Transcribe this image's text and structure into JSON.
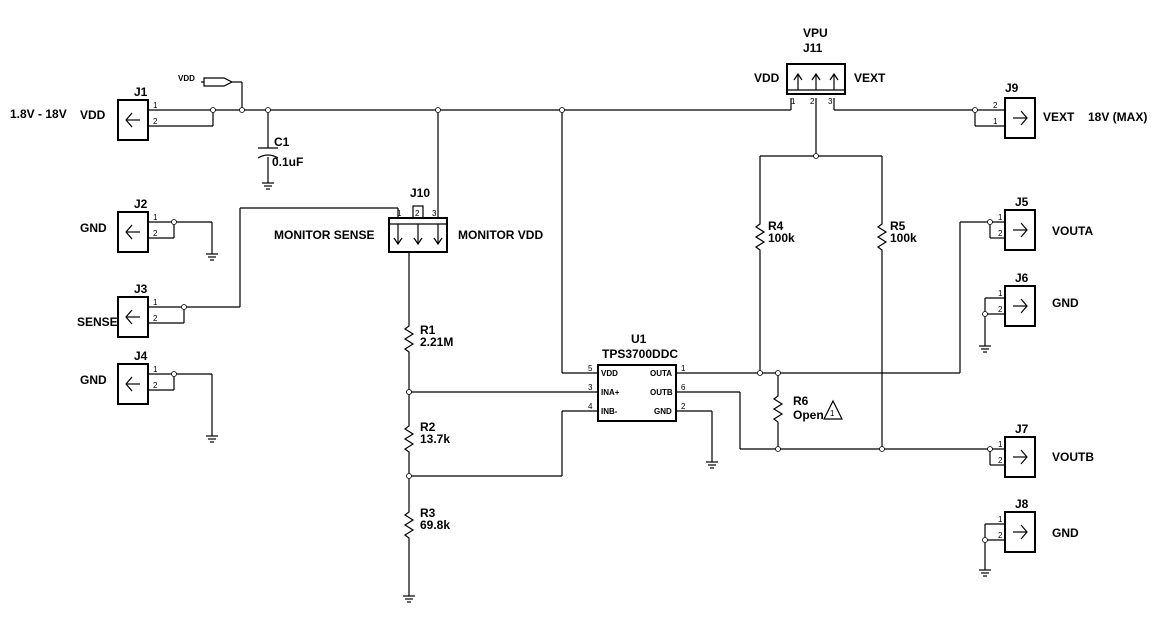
{
  "supply": {
    "range": "1.8V - 18V",
    "vdd_net": "VDD",
    "vdd_flag": "VDD",
    "vext_range": "18V (MAX)"
  },
  "connectors": {
    "J1": {
      "ref": "J1",
      "label": "VDD",
      "pin1": "1",
      "pin2": "2"
    },
    "J2": {
      "ref": "J2",
      "label": "GND",
      "pin1": "1",
      "pin2": "2"
    },
    "J3": {
      "ref": "J3",
      "label": "SENSE",
      "pin1": "1",
      "pin2": "2"
    },
    "J4": {
      "ref": "J4",
      "label": "GND",
      "pin1": "1",
      "pin2": "2"
    },
    "J5": {
      "ref": "J5",
      "label": "VOUTA",
      "pin1": "1",
      "pin2": "2"
    },
    "J6": {
      "ref": "J6",
      "label": "GND",
      "pin1": "1",
      "pin2": "2"
    },
    "J7": {
      "ref": "J7",
      "label": "VOUTB",
      "pin1": "1",
      "pin2": "2"
    },
    "J8": {
      "ref": "J8",
      "label": "GND",
      "pin1": "1",
      "pin2": "2"
    },
    "J9": {
      "ref": "J9",
      "label": "VEXT",
      "pin1": "1",
      "pin2": "2"
    },
    "J10": {
      "ref": "J10",
      "left": "MONITOR SENSE",
      "right": "MONITOR VDD",
      "pin1": "1",
      "pin2": "2",
      "pin3": "3"
    },
    "J11": {
      "ref": "J11",
      "title": "VPU",
      "left": "VDD",
      "right": "VEXT",
      "pin1": "1",
      "pin2": "2",
      "pin3": "3"
    }
  },
  "components": {
    "C1": {
      "ref": "C1",
      "value": "0.1uF"
    },
    "R1": {
      "ref": "R1",
      "value": "2.21M"
    },
    "R2": {
      "ref": "R2",
      "value": "13.7k"
    },
    "R3": {
      "ref": "R3",
      "value": "69.8k"
    },
    "R4": {
      "ref": "R4",
      "value": "100k"
    },
    "R5": {
      "ref": "R5",
      "value": "100k"
    },
    "R6": {
      "ref": "R6",
      "value": "Open",
      "note": "1"
    },
    "U1": {
      "ref": "U1",
      "part": "TPS3700DDC",
      "pins_left": [
        {
          "num": "5",
          "name": "VDD"
        },
        {
          "num": "3",
          "name": "INA+"
        },
        {
          "num": "4",
          "name": "INB-"
        }
      ],
      "pins_right": [
        {
          "num": "1",
          "name": "OUTA"
        },
        {
          "num": "6",
          "name": "OUTB"
        },
        {
          "num": "2",
          "name": "GND"
        }
      ]
    }
  },
  "icons": [
    "header-2pin-icon",
    "header-3pin-icon",
    "resistor-icon",
    "capacitor-icon",
    "ground-icon",
    "net-flag-icon",
    "note-triangle-icon"
  ]
}
